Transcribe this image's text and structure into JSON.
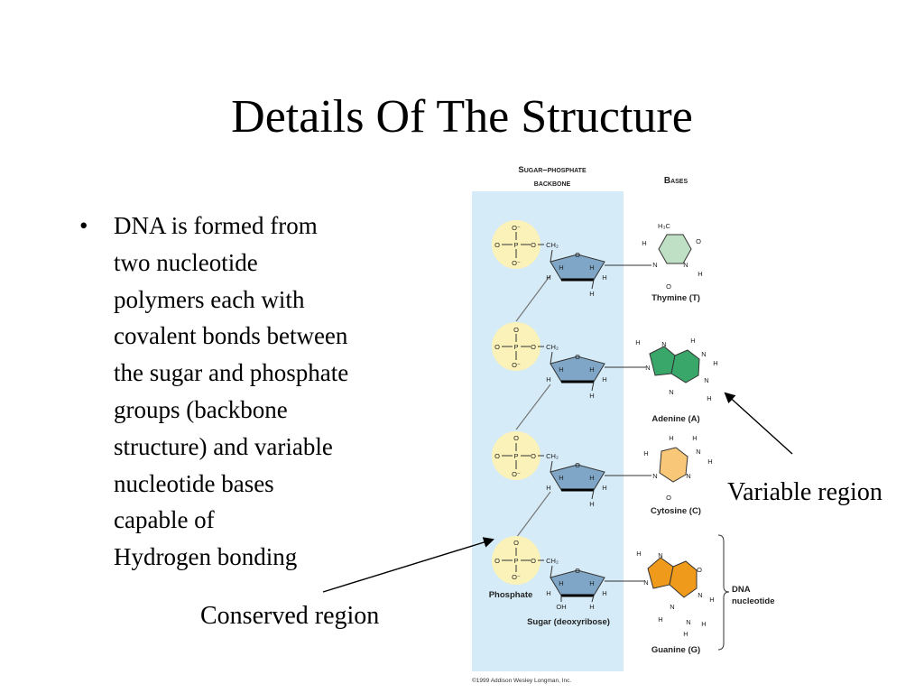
{
  "slide": {
    "title": "Details Of The Structure",
    "bullets": [
      {
        "lines": [
          "DNA is formed from",
          "two nucleotide",
          "polymers each with",
          "covalent bonds between",
          "the sugar and phosphate",
          "groups (backbone",
          "structure) and variable",
          "nucleotide bases",
          "capable of",
          "Hydrogen bonding"
        ]
      }
    ],
    "callouts": {
      "variable": "Variable region",
      "conserved": "Conserved region"
    }
  },
  "figure": {
    "heading_backbone_1": "Sugar–phosphate",
    "heading_backbone_2": "backbone",
    "heading_bases": "Bases",
    "phosphate_atoms": {
      "o": "O",
      "p": "P",
      "minus": "O⁻",
      "ch2": "CH₂"
    },
    "sugar_atoms": {
      "ring_o": "O",
      "h": "H",
      "oh": "OH"
    },
    "base_names": [
      "Thymine (T)",
      "Adenine (A)",
      "Cytosine (C)",
      "Guanine (G)"
    ],
    "base_atom_labels": {
      "thymine": {
        "ch3": "H₃C",
        "h": "H",
        "o": "O",
        "n": "N"
      },
      "purine": {
        "h": "H",
        "n": "N",
        "o": "O"
      },
      "cytosine": {
        "h": "H",
        "n": "N",
        "o": "O"
      }
    },
    "phosphate_label": "Phosphate",
    "sugar_label": "Sugar (deoxyribose)",
    "nucleotide_label_1": "DNA",
    "nucleotide_label_2": "nucleotide",
    "copyright": "©1999 Addison Wesley Longman, Inc."
  },
  "colors": {
    "backbone_band": "#d5ebf7",
    "phosphate": "#faf2b8",
    "sugar": "#7fa6c6",
    "thymine": "#bfe0c4",
    "adenine": "#3aa76a",
    "cytosine": "#f8c878",
    "guanine": "#ef9a1a"
  }
}
